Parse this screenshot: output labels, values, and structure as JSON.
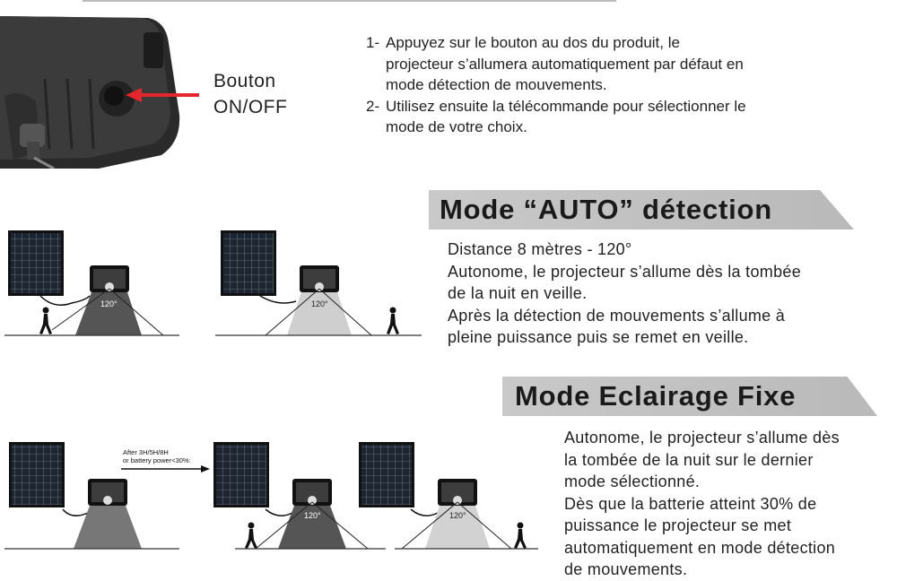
{
  "instructions": [
    {
      "num": "1-",
      "text": "Appuyez sur le bouton au dos du produit, le projecteur s’allumera automatiquement par défaut en  mode détection de mouvements."
    },
    {
      "num": "2-",
      "text": "Utilisez ensuite la télécommande pour sélectionner le mode de votre choix."
    }
  ],
  "button_label": {
    "line1": "Bouton",
    "line2": "ON/OFF"
  },
  "auto_mode": {
    "title": "Mode “AUTO” détection",
    "lines": [
      "Distance 8 mètres - 120°",
      "Autonome, le projecteur s’allume dès la tombée",
      "de la nuit en veille.",
      "Après la détection de mouvements s’allume à",
      "pleine puissance puis se remet en veille."
    ]
  },
  "fixed_mode": {
    "title": "Mode Eclairage Fixe",
    "lines": [
      "Autonome, le projecteur s’allume dès",
      "la tombée de la nuit sur le dernier",
      "mode sélectionné.",
      "Dès que la batterie atteint 30% de",
      "puissance le projecteur se met",
      "automatiquement en mode détection",
      "de mouvements."
    ]
  },
  "diagram_labels": {
    "angle": "120°",
    "arrow_line1": "After 3H/5H/8H",
    "arrow_line2": "or battery power<30%:"
  },
  "colors": {
    "arrow_red": "#e3262b",
    "banner_gray": "#c4c4c4",
    "dark_beam": "#555555",
    "light_beam": "#cfcfcf"
  }
}
